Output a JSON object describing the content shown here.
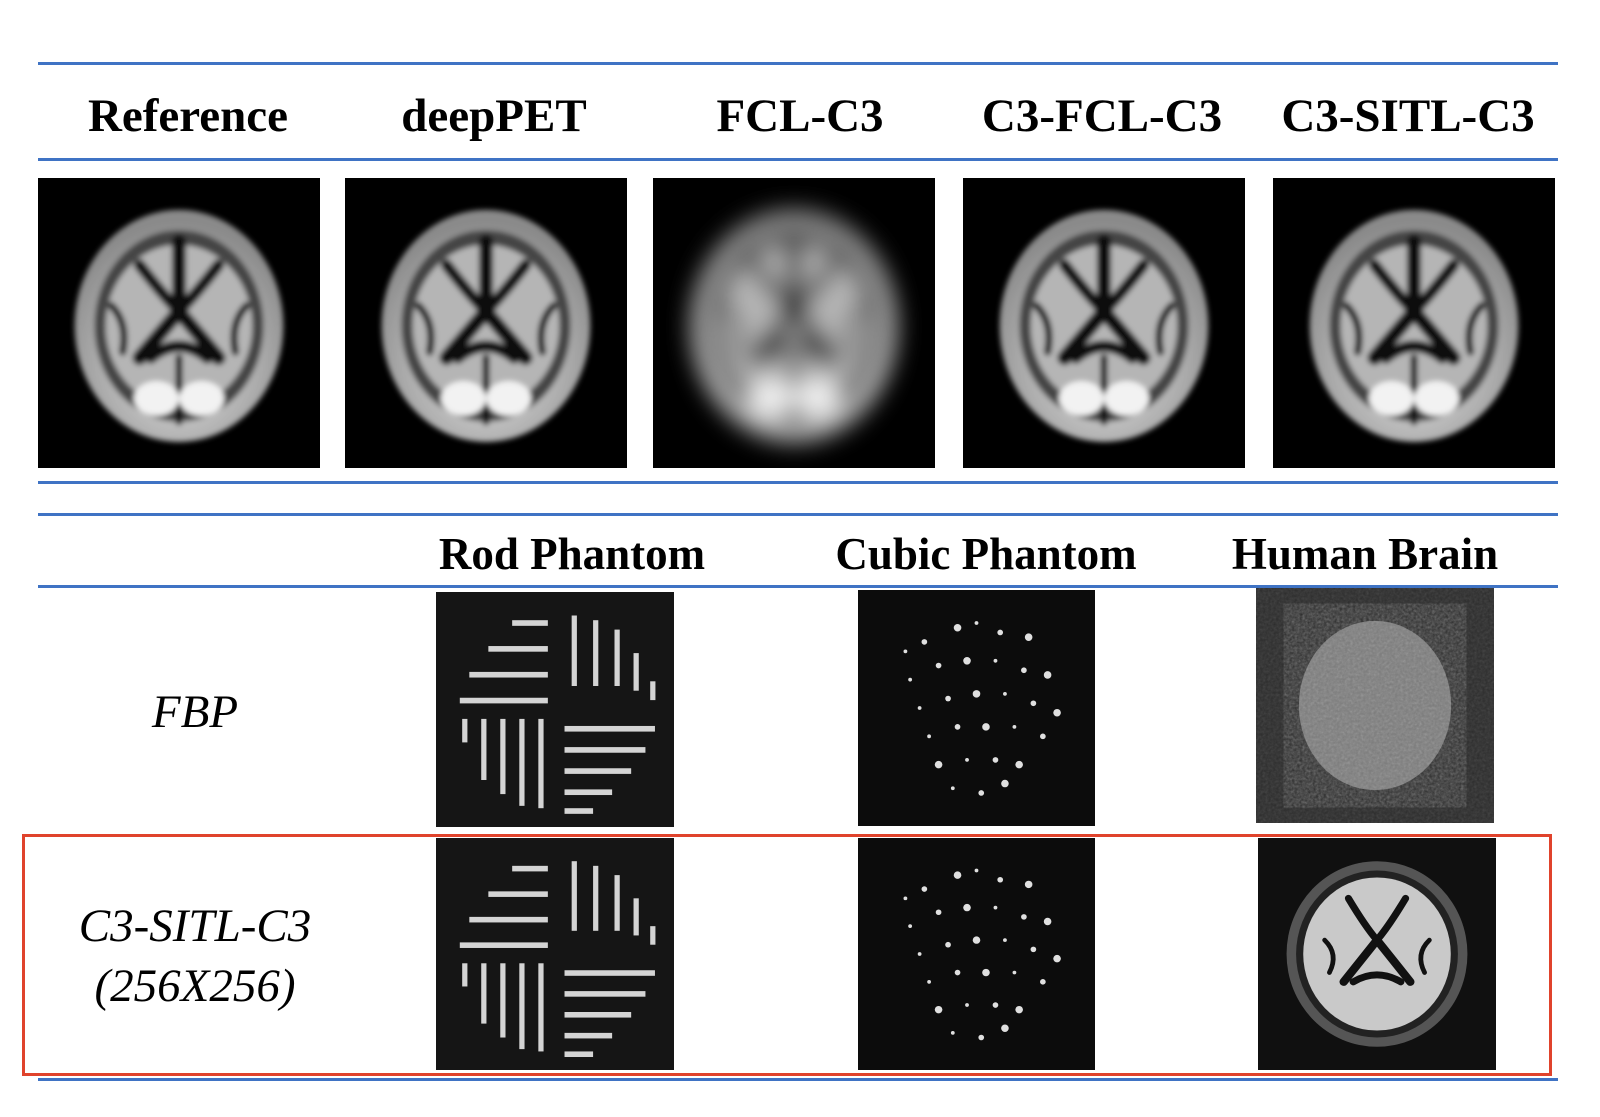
{
  "top_table": {
    "columns": [
      "Reference",
      "deepPET",
      "FCL-C3",
      "C3-FCL-C3",
      "C3-SITL-C3"
    ],
    "panel_icon": "brain-slice"
  },
  "bottom_table": {
    "columns": [
      "Rod Phantom",
      "Cubic Phantom",
      "Human Brain"
    ],
    "rows": [
      {
        "label_lines": [
          "FBP"
        ]
      },
      {
        "label_lines": [
          "C3-SITL-C3",
          "(256X256)"
        ]
      }
    ]
  },
  "colors": {
    "rule": "#3f73c4",
    "highlight_box": "#e0432c",
    "panel_background": "#000000"
  }
}
